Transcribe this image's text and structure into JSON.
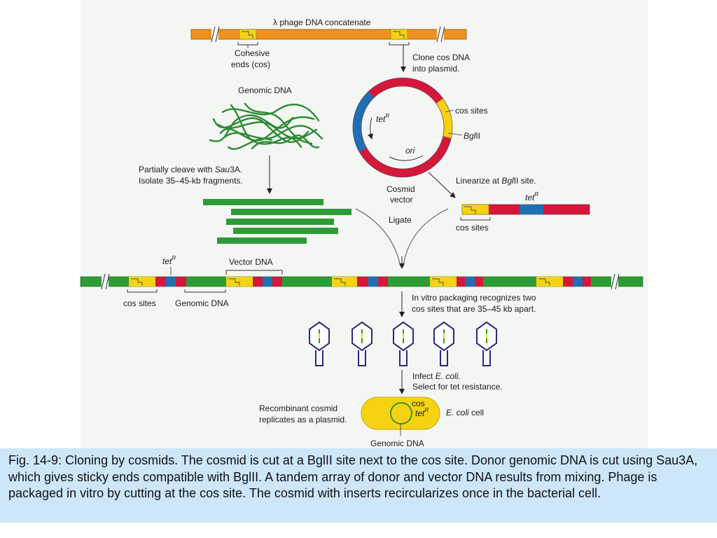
{
  "figure": {
    "labels": {
      "lambda_title": "λ phage DNA concatenate",
      "cohesive_ends_1": "Cohesive",
      "cohesive_ends_2": "ends (cos)",
      "clone_cos_1": "Clone cos DNA",
      "clone_cos_2": "into plasmid.",
      "genomic_dna_title": "Genomic DNA",
      "tet_gene": "tet",
      "tet_super": "R",
      "cos_sites": "cos sites",
      "bglii_italic": "Bgl",
      "bglii_rest": "II",
      "ori": "ori",
      "partial_cleave_1a": "Partially cleave with ",
      "partial_cleave_1b": "Sau",
      "partial_cleave_1c": "3A.",
      "partial_cleave_2": "Isolate 35–45-kb fragments.",
      "cosmid_1": "Cosmid",
      "cosmid_2": "vector",
      "linearize_a": "Linearize at ",
      "linearize_b": "Bgl",
      "linearize_c": "II site.",
      "ligate": "Ligate",
      "vector_dna": "Vector DNA",
      "genomic_dna": "Genomic DNA",
      "in_vitro_1": "In vitro packaging recognizes two",
      "in_vitro_2": "cos sites that are 35–45 kb apart.",
      "infect_1a": "Infect ",
      "infect_1b": "E. coli.",
      "infect_2": "Select for tet resistance.",
      "recombinant_1": "Recombinant cosmid",
      "recombinant_2": "replicates as a plasmid.",
      "cos": "cos",
      "ecoli_a": "E. coli",
      "ecoli_b": " cell",
      "genomic_dna_bottom": "Genomic DNA"
    },
    "colors": {
      "lambda_dna": "#f0901e",
      "cos_site": "#f5d312",
      "genomic_dna": "#2e9c36",
      "vector_red": "#d3183c",
      "tet_blue": "#1f6fb2",
      "ecoli_cell": "#f5d312"
    }
  },
  "caption": "Fig. 14-9: Cloning by cosmids. The cosmid is cut at a BglII site next to the cos site. Donor genomic DNA is cut using Sau3A, which gives sticky ends compatible with BglII. A tandem array of donor and vector DNA results from mixing. Phage is packaged in vitro by cutting at the cos site. The cosmid with inserts recircularizes once in the bacterial cell."
}
